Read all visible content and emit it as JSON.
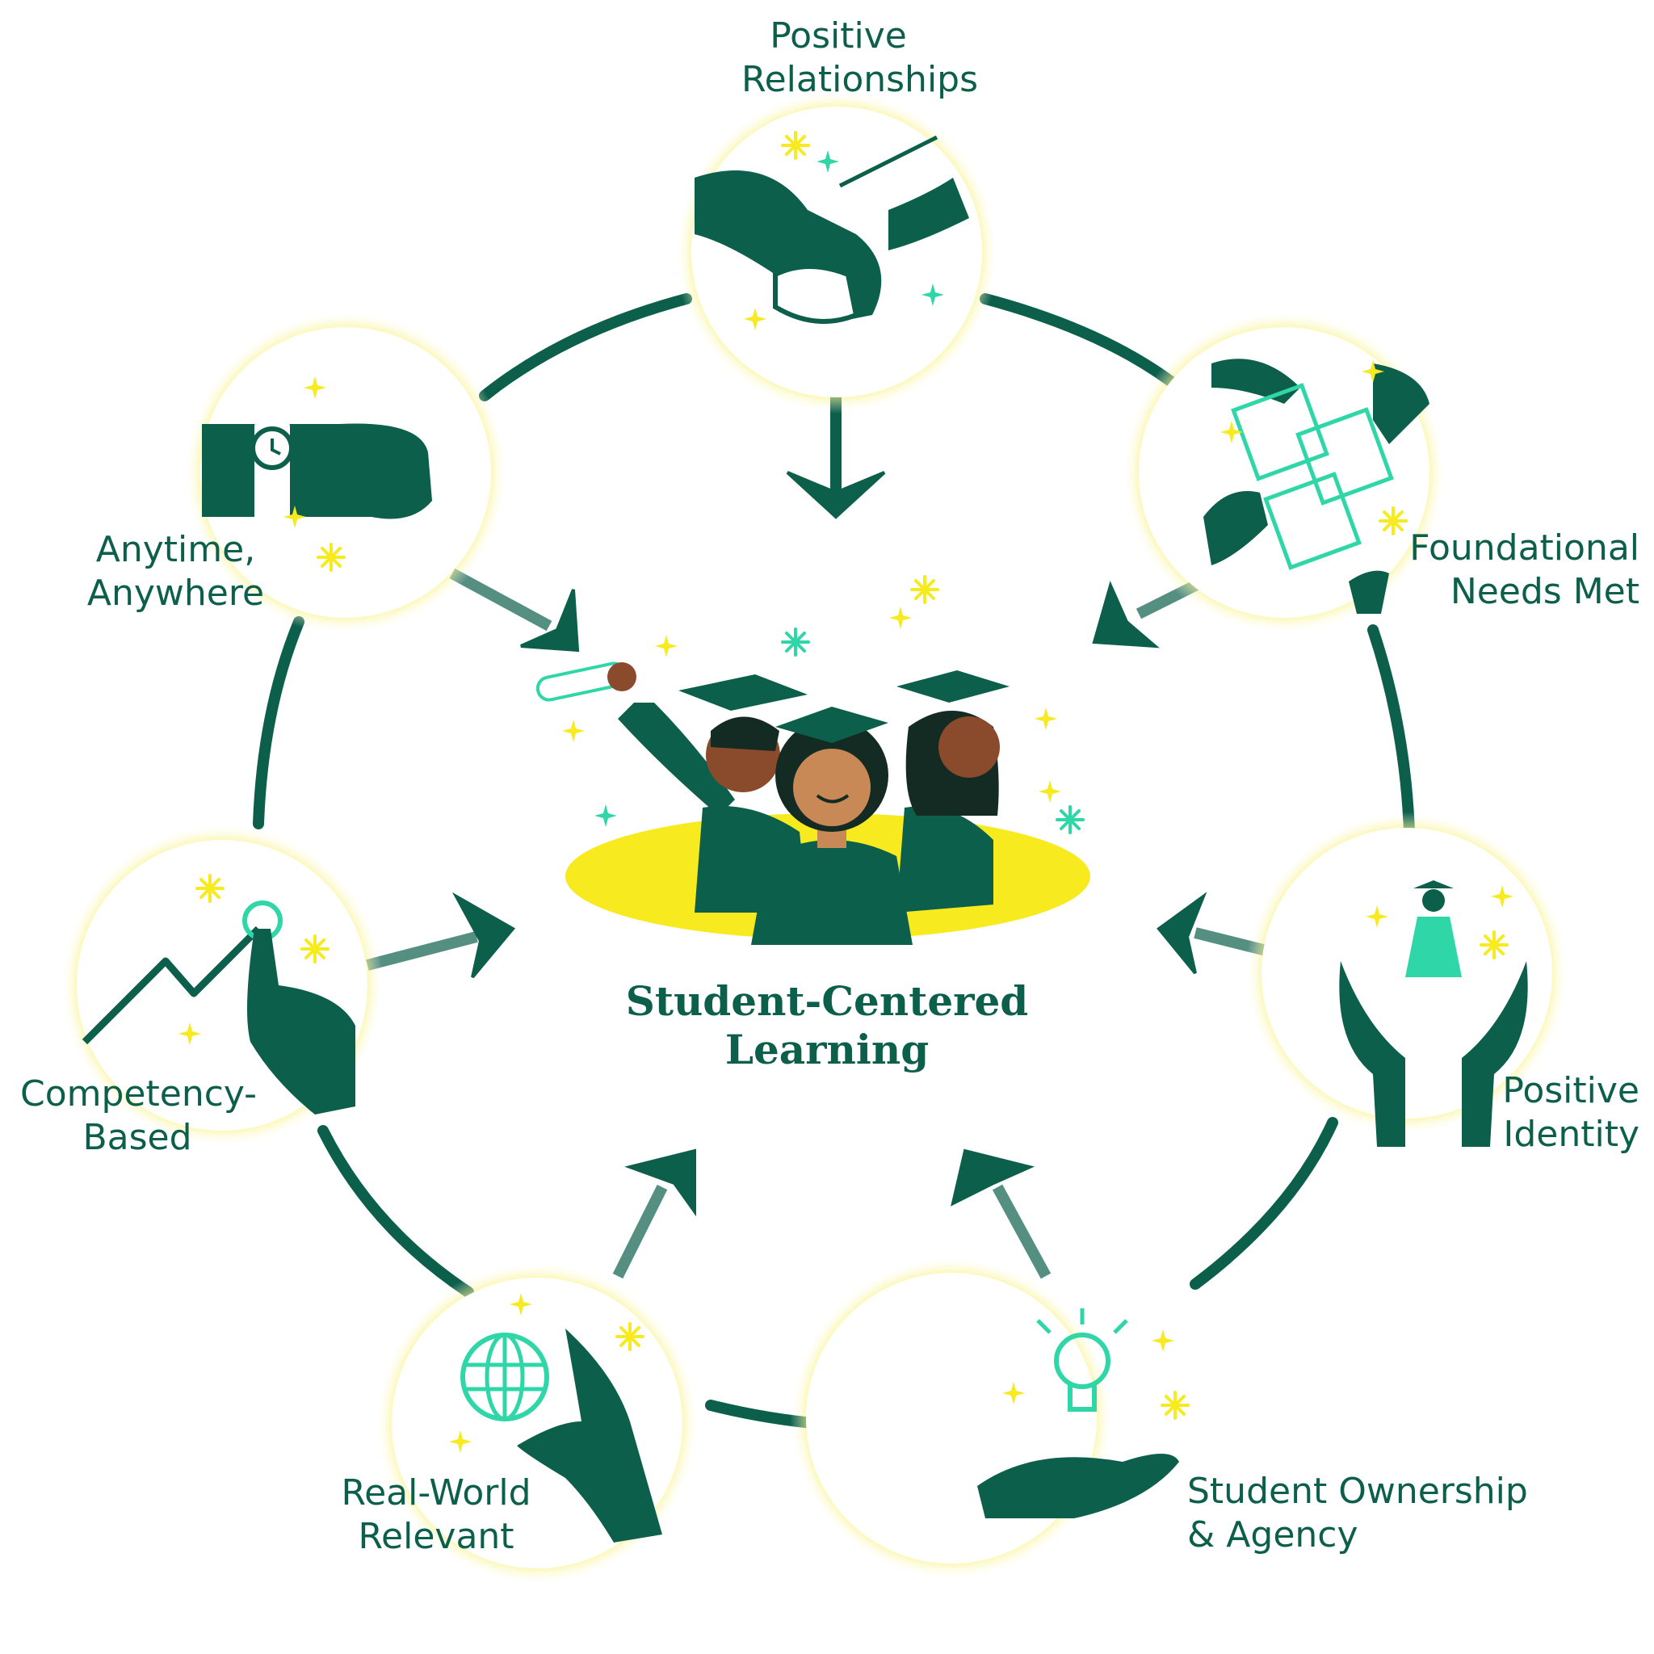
{
  "center": {
    "title_line1": "Student-Centered",
    "title_line2": "Learning"
  },
  "nodes": [
    {
      "id": "positive-relationships",
      "line1": "Positive",
      "line2": "Relationships",
      "icon": "handshake-icon"
    },
    {
      "id": "foundational-needs",
      "line1": "Foundational",
      "line2": "Needs Met",
      "icon": "puzzle-hands-icon"
    },
    {
      "id": "positive-identity",
      "line1": "Positive",
      "line2": "Identity",
      "icon": "graduate-hands-icon"
    },
    {
      "id": "student-ownership",
      "line1": "Student Ownership",
      "line2": "& Agency",
      "icon": "lightbulb-hand-icon"
    },
    {
      "id": "real-world",
      "line1": "Real-World",
      "line2": "Relevant",
      "icon": "globe-hand-icon"
    },
    {
      "id": "competency-based",
      "line1": "Competency-",
      "line2": "Based",
      "icon": "growth-chart-icon"
    },
    {
      "id": "anytime-anywhere",
      "line1": "Anytime,",
      "line2": "Anywhere",
      "icon": "wristwatch-icon"
    }
  ],
  "colors": {
    "dark_green": "#0c5f4b",
    "yellow": "#f7ea1e",
    "glow": "#f8f4a0",
    "mint": "#2fd6a8",
    "skin_dark": "#8a4a2c",
    "skin_light": "#c98957"
  }
}
